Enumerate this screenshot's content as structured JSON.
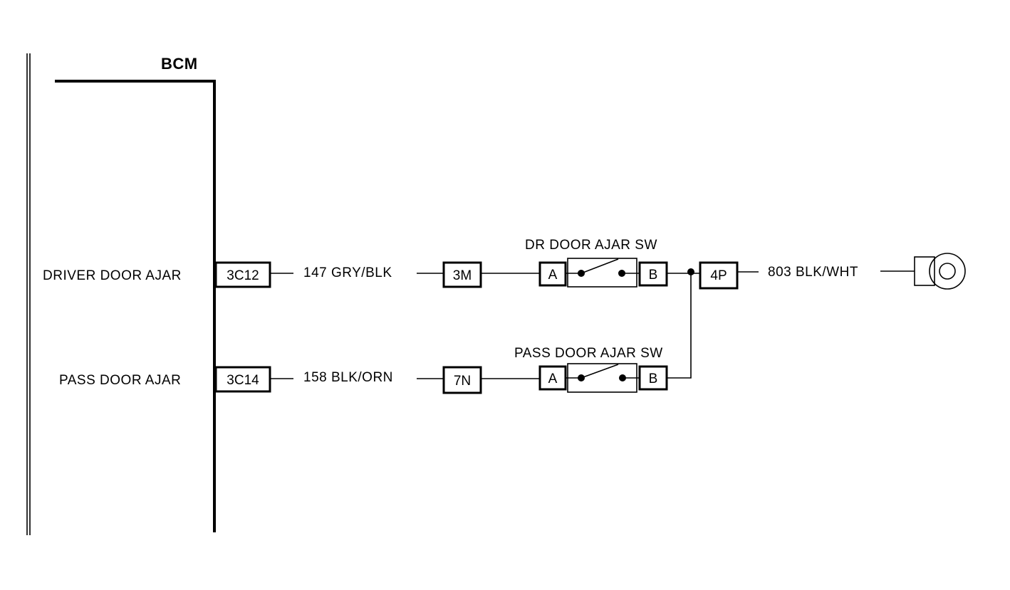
{
  "module": {
    "name": "BCM"
  },
  "circuits": [
    {
      "input_label": "DRIVER DOOR AJAR",
      "module_pin": "3C12",
      "wire": "147 GRY/BLK",
      "connector": "3M",
      "switch": {
        "name": "DR DOOR AJAR SW",
        "term_a": "A",
        "term_b": "B"
      }
    },
    {
      "input_label": "PASS DOOR AJAR",
      "module_pin": "3C14",
      "wire": "158 BLK/ORN",
      "connector": "7N",
      "switch": {
        "name": "PASS DOOR AJAR SW",
        "term_a": "A",
        "term_b": "B"
      }
    }
  ],
  "output": {
    "connector": "4P",
    "wire": "803 BLK/WHT",
    "end": "ground-symbol-icon"
  }
}
